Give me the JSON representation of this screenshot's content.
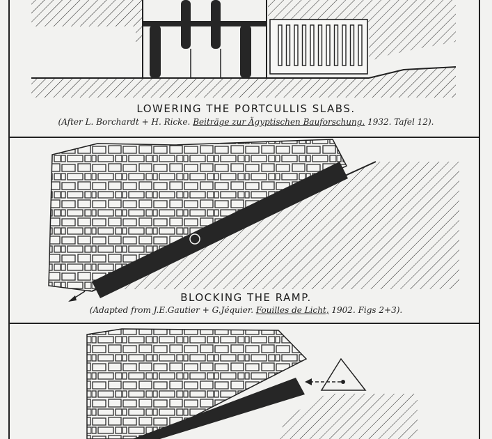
{
  "panels": [
    {
      "title": "LOWERING THE PORTCULLIS SLABS.",
      "source_prefix": "(After L. Borchardt + H. Ricke.",
      "source_work": "Beiträge zur Ägyptischen Bauforschung.",
      "source_suffix": "1932. Tafel 12)."
    },
    {
      "title": "BLOCKING THE RAMP.",
      "source_prefix": "(Adapted from J.E.Gautier + G.Jéquier.",
      "source_work": "Fouilles de Licht,",
      "source_suffix": "1902. Figs 2+3)."
    }
  ],
  "colors": {
    "ink": "#1e1e1e",
    "paper": "#f2f2f0",
    "slab": "#262626"
  }
}
